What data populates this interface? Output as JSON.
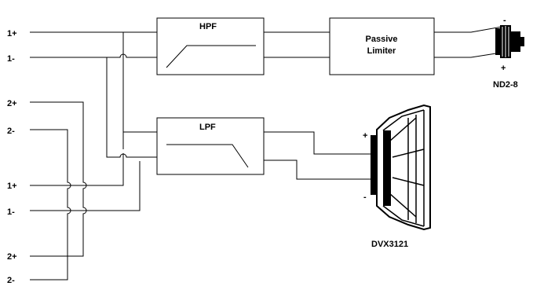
{
  "inputs": {
    "top": [
      "1+",
      "1-"
    ],
    "ch2_a": [
      "2+",
      "2-"
    ],
    "mid": [
      "1+",
      "1-"
    ],
    "ch2_b": [
      "2+",
      "2-"
    ]
  },
  "blocks": {
    "hpf": "HPF",
    "lpf": "LPF",
    "limiter_line1": "Passive",
    "limiter_line2": "Limiter"
  },
  "drivers": {
    "tweeter": {
      "name": "ND2-8",
      "minus": "-",
      "plus": "+"
    },
    "woofer": {
      "name": "DVX3121",
      "plus": "+",
      "minus": "-"
    }
  }
}
